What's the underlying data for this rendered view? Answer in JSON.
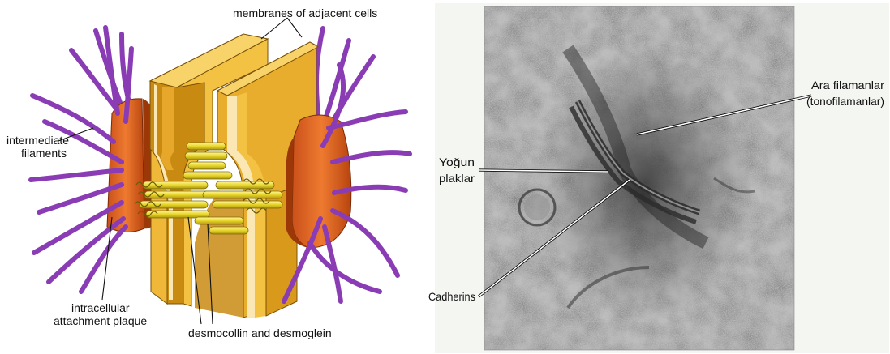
{
  "left_panel": {
    "labels": {
      "membranes": "membranes of adjacent cells",
      "intermediate_line1": "intermediate",
      "intermediate_line2": "filaments",
      "plaque_line1": "intracellular",
      "plaque_line2": "attachment plaque",
      "desmo": "desmocollin and desmoglein"
    },
    "colors": {
      "filament": "#8a3cb4",
      "plaque": "#e0621f",
      "membrane": "#f4c242",
      "membrane_light": "#fbe7b4",
      "membrane_dark": "#c98a12",
      "cadherin": "#ede13a"
    }
  },
  "right_panel": {
    "labels": {
      "ara_line1": "Ara filamanlar",
      "ara_line2": "(tonofilamanlar)",
      "yogun_line1": "Yoğun",
      "yogun_line2": "plaklar",
      "cadherins": "Cadherins"
    }
  }
}
